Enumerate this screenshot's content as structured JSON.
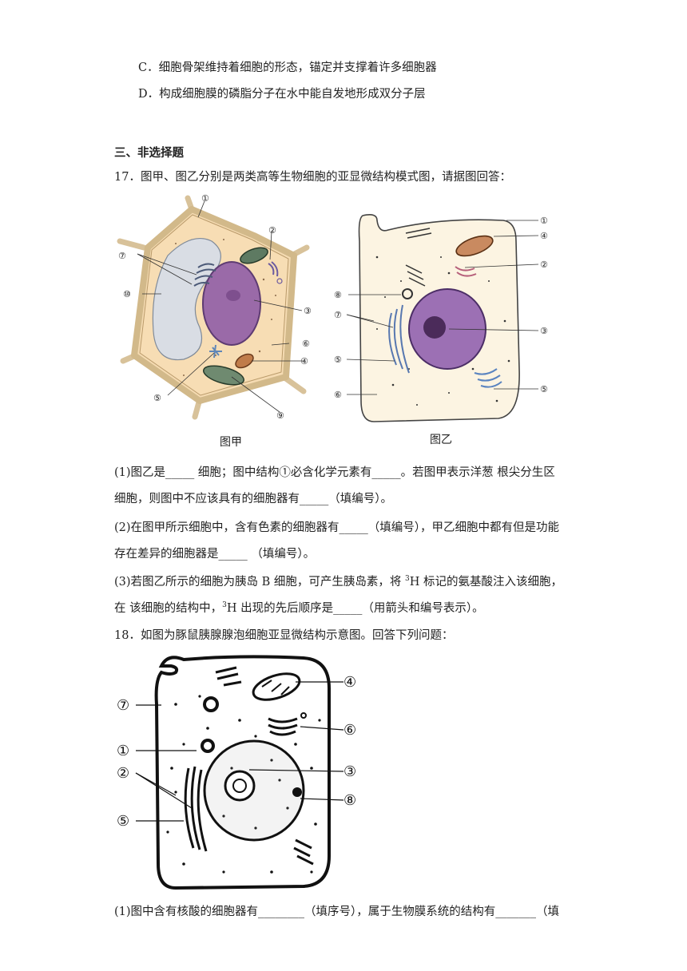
{
  "options": {
    "C": "C．细胞骨架维持着细胞的形态，锚定并支撑着许多细胞器",
    "D": "D．构成细胞膜的磷脂分子在水中能自发地形成双分子层"
  },
  "section_title": "三、非选择题",
  "q17": {
    "stem": "17．图甲、图乙分别是两类高等生物细胞的亚显微结构模式图，请据图回答：",
    "fig_jia_caption": "图甲",
    "fig_yi_caption": "图乙",
    "fig_jia_labels": [
      "①",
      "②",
      "③",
      "④",
      "⑤",
      "⑥",
      "⑦",
      "⑨",
      "⑩"
    ],
    "fig_yi_labels": [
      "①",
      "④",
      "②",
      "⑧",
      "⑦",
      "③",
      "⑤",
      "⑤",
      "⑥"
    ],
    "p1_line1": "(1)图乙是_____ 细胞；图中结构①必含化学元素有_____。若图甲表示洋葱  根尖分生区",
    "p1_line2": "细胞，则图中不应该具有的细胞器有_____（填编号）。",
    "p2_line1": "(2)在图甲所示细胞中，含有色素的细胞器有_____（填编号），甲乙细胞中都有但是功能",
    "p2_line2": "存在差异的细胞器是_____  （填编号）。",
    "p3_line1_a": "(3)若图乙所示的细胞为胰岛  B  细胞，可产生胰岛素，将 ",
    "p3_sup": "3",
    "p3_line1_b": "H  标记的氨基酸注入该细胞，",
    "p3_line2_a": "在  该细胞的结构中，",
    "p3_line2_b": "H  出现的先后顺序是_____（用箭头和编号表示）。"
  },
  "q18": {
    "stem": "18．如图为豚鼠胰腺腺泡细胞亚显微结构示意图。回答下列问题：",
    "fig_labels": [
      "④",
      "⑦",
      "⑥",
      "①",
      "②",
      "③",
      "⑤",
      "⑧"
    ],
    "p1_line1": "(1)图中含有核酸的细胞器有________（填序号），属于生物膜系统的结构有_______（填"
  }
}
